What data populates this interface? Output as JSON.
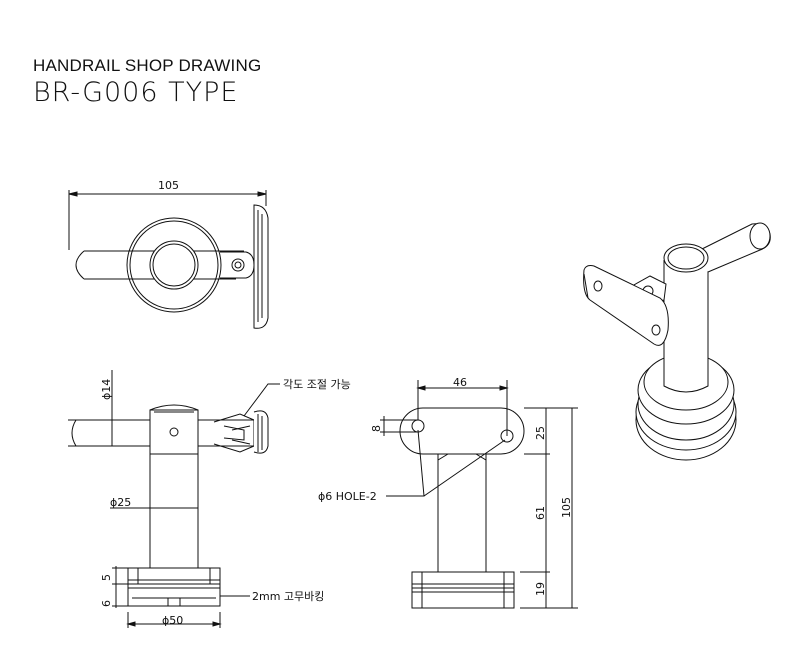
{
  "header": {
    "subtitle": "HANDRAIL SHOP DRAWING",
    "title": "BR-G006 TYPE"
  },
  "dimensions": {
    "top_width": "105",
    "pipe_dia": "ϕ14",
    "post_dia": "ϕ25",
    "base_dia": "ϕ50",
    "base_h1": "5",
    "base_h2": "6",
    "plate_len": "46",
    "plate_w": "8",
    "plate_top": "25",
    "post_h": "61",
    "base_h": "19",
    "total_h": "105"
  },
  "notes": {
    "angle_adjust": "각도 조절 가능",
    "rubber_pad": "2mm 고무바킹",
    "hole": "ϕ6 HOLE-2"
  }
}
